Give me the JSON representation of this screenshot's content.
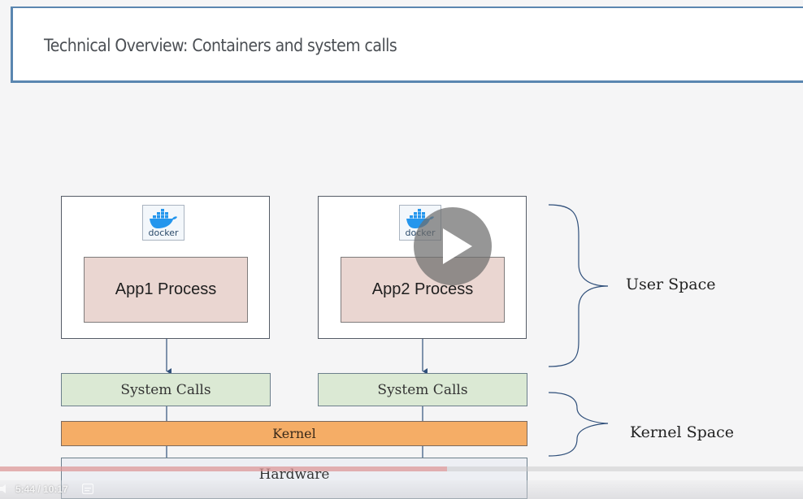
{
  "slide": {
    "title": "Technical Overview: Containers and system calls"
  },
  "containers": [
    {
      "docker_label": "docker",
      "process_label": "App1 Process",
      "syscall_label": "System Calls"
    },
    {
      "docker_label": "docker",
      "process_label": "App2 Process",
      "syscall_label": "System Calls"
    }
  ],
  "layers": {
    "kernel_label": "Kernel",
    "hardware_label": "Hardware"
  },
  "spaces": {
    "user_space_label": "User Space",
    "kernel_space_label": "Kernel Space"
  },
  "player": {
    "time_display": "5:44 / 10:17",
    "progress_fraction": 0.557,
    "colors": {
      "progress": "#e87878"
    }
  },
  "colors": {
    "title_border": "#5a86b0",
    "process_fill": "#ead6d1",
    "syscall_fill": "#dbe9d4",
    "kernel_fill": "#f5ad66",
    "hardware_fill": "#edeff4",
    "docker_blue": "#2496ed"
  },
  "icons": {
    "docker": "docker-whale-icon",
    "play": "play-icon",
    "captions": "closed-captions-icon",
    "volume": "volume-icon"
  }
}
